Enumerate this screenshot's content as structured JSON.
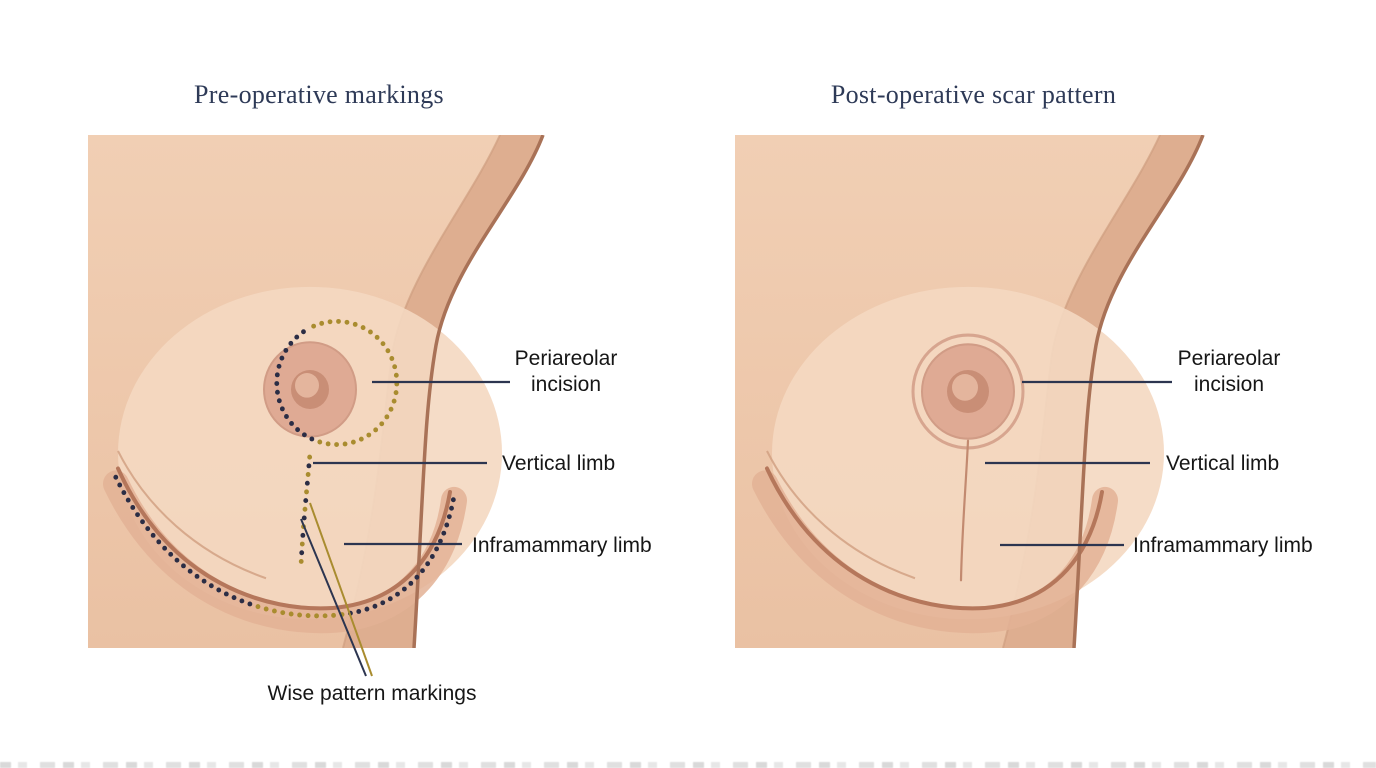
{
  "figure": {
    "type": "medical-illustration-two-panel",
    "subject": "Breast reduction incision markings and resulting scars"
  },
  "panels": [
    {
      "id": "pre-op",
      "title": "Pre-operative markings",
      "labels": [
        {
          "id": "periareolar",
          "text": "Periareolar incision"
        },
        {
          "id": "vertical",
          "text": "Vertical limb"
        },
        {
          "id": "inframammary",
          "text": "Inframammary limb"
        },
        {
          "id": "wise",
          "text": "Wise pattern markings"
        }
      ]
    },
    {
      "id": "post-op",
      "title": "Post-operative scar pattern",
      "labels": [
        {
          "id": "periareolar",
          "text": "Periareolar incision"
        },
        {
          "id": "vertical",
          "text": "Vertical limb"
        },
        {
          "id": "inframammary",
          "text": "Inframammary limb"
        }
      ]
    }
  ],
  "colors": {
    "background": "#ffffff",
    "skinTop": "#f1cfb4",
    "skinBottom": "#eac1a3",
    "skinLight": "#f4d8c1",
    "skinSide": "#deae90",
    "skinShadow": "#e3b295",
    "contour": "#a97257",
    "foldLine": "#b5775b",
    "crease": "#cf9e80",
    "areola": "#dfaa94",
    "areolaEdge": "#d19c86",
    "nipple": "#c98e76",
    "nippleLight": "#e4b59d",
    "scar": "#c28a70",
    "navy": "#2b2d45",
    "gold": "#a98c2f",
    "leader": "#2c3550",
    "titleColor": "#2e3a57",
    "labelColor": "#161616"
  }
}
